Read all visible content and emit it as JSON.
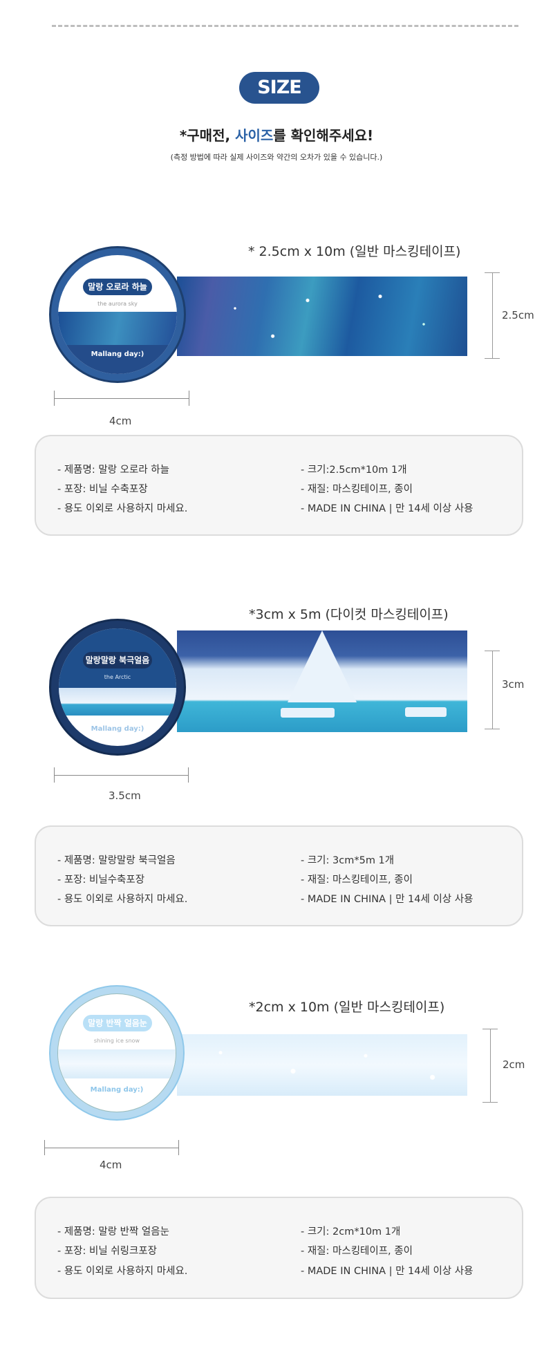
{
  "header": {
    "badge": "SIZE",
    "title_pre": "*구매전, ",
    "title_highlight": "사이즈",
    "title_post": "를 확인해주세요!",
    "subtitle": "(측정 방법에 따라 실제 사이즈와 약간의 오차가 있을 수 있습니다.)"
  },
  "products": [
    {
      "heading": "* 2.5cm x 10m (일반 마스킹테이프)",
      "height_label": "2.5cm",
      "width_label": "4cm",
      "label_kr": "말랑 오로라 하늘",
      "label_en": "the aurora sky",
      "brand": "Mallang day:)",
      "info_left": [
        "- 제품명: 말랑 오로라 하늘",
        "- 포장: 비닐 수축포장",
        "- 용도 이외로 사용하지 마세요."
      ],
      "info_right": [
        "- 크기:2.5cm*10m 1개",
        "- 재질: 마스킹테이프, 종이",
        "- MADE IN CHINA |  만 14세 이상 사용"
      ]
    },
    {
      "heading": "*3cm x 5m (다이컷 마스킹테이프)",
      "height_label": "3cm",
      "width_label": "3.5cm",
      "label_kr": "말랑말랑 북극얼음",
      "label_en": "the Arctic",
      "brand": "Mallang day:)",
      "info_left": [
        "- 제품명: 말랑말랑 북극얼음",
        "- 포장: 비닐수축포장",
        "- 용도 이외로 사용하지 마세요."
      ],
      "info_right": [
        "- 크기: 3cm*5m 1개",
        "- 재질: 마스킹테이프, 종이",
        "- MADE IN CHINA |  만 14세 이상 사용"
      ]
    },
    {
      "heading": "*2cm x 10m (일반 마스킹테이프)",
      "height_label": "2cm",
      "width_label": "4cm",
      "label_kr": "말랑 반짝 얼음눈",
      "label_en": "shining ice snow",
      "brand": "Mallang day:)",
      "info_left": [
        "- 제품명: 말랑 반짝 얼음눈",
        "- 포장: 비닐 쉬링크포장",
        "- 용도 이외로 사용하지 마세요."
      ],
      "info_right": [
        "- 크기: 2cm*10m 1개",
        "- 재질: 마스킹테이프, 종이",
        "- MADE IN CHINA  |  만 14세 이상 사용"
      ]
    }
  ],
  "colors": {
    "accent": "#28538f",
    "highlight": "#2b62a6"
  }
}
